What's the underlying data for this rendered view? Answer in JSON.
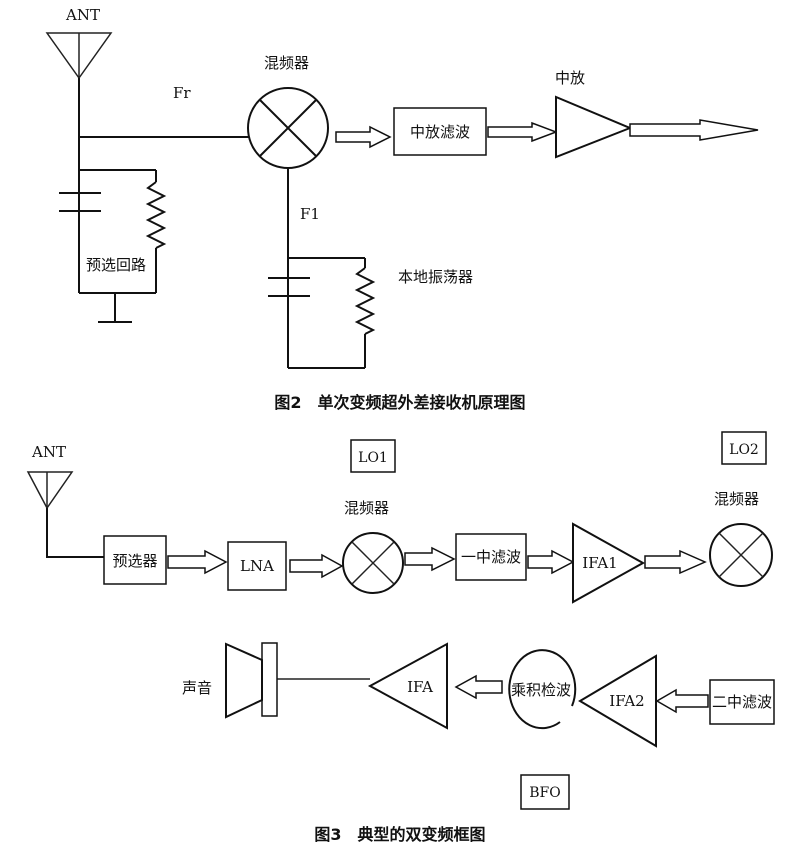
{
  "figure2": {
    "caption": "图2　单次变频超外差接收机原理图",
    "ant_label": "ANT",
    "fr_label": "Fr",
    "mixer_label": "混频器",
    "if_filter_label": "中放滤波",
    "if_amp_label": "中放",
    "f1_label": "F1",
    "preselect_label": "预选回路",
    "local_osc_label": "本地振荡器"
  },
  "figure3": {
    "caption": "图3　典型的双变频框图",
    "ant_label": "ANT",
    "lo1_label": "LO1",
    "lo2_label": "LO2",
    "mixer1_label": "混频器",
    "mixer2_label": "混频器",
    "preselector_label": "预选器",
    "lna_label": "LNA",
    "first_if_filter_label": "一中滤波",
    "ifa1_label": "IFA1",
    "second_if_filter_label": "二中滤波",
    "ifa2_label": "IFA2",
    "product_detector_label": "乘积检波",
    "ifa_label": "IFA",
    "speaker_label": "声音",
    "bfo_label": "BFO"
  }
}
